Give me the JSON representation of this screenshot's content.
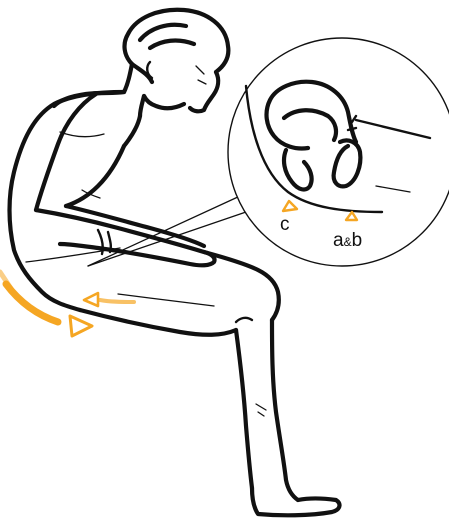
{
  "labels": {
    "c": "c",
    "ab_a": "a",
    "ab_amp": "&",
    "ab_b": "b"
  },
  "colors": {
    "line": "#111111",
    "accent": "#f5a623",
    "background": "#ffffff"
  },
  "icons": {
    "arrow_forward": "orange-curved-arrow-icon",
    "arrow_back": "orange-straight-arrow-icon",
    "marker_c": "orange-triangle-marker-icon",
    "marker_ab": "orange-triangle-marker-icon"
  }
}
